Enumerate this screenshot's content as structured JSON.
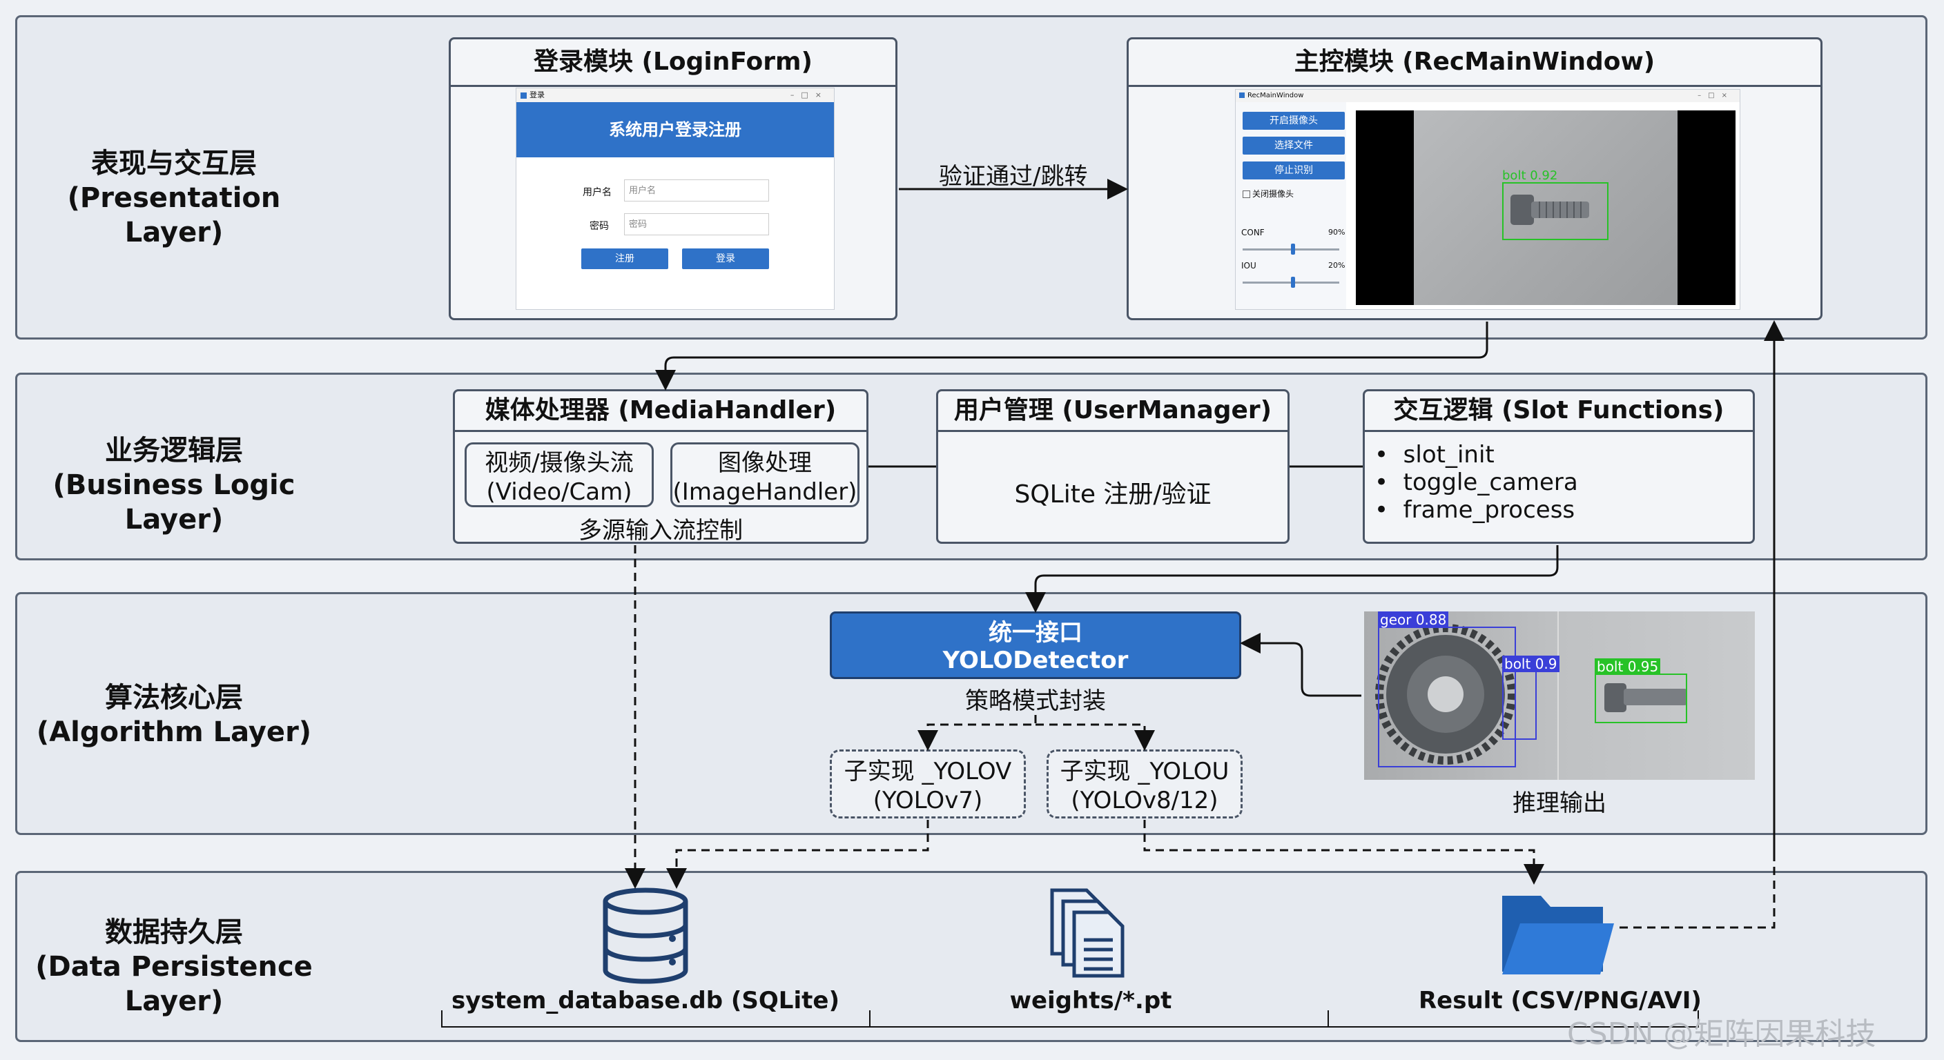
{
  "layers": [
    {
      "title_cn": "表现与交互层",
      "title_en": "(Presentation Layer)"
    },
    {
      "title_cn": "业务逻辑层",
      "title_en": "(Business Logic Layer)"
    },
    {
      "title_cn": "算法核心层",
      "title_en": "(Algorithm Layer)"
    },
    {
      "title_cn": "数据持久层",
      "title_en": "(Data Persistence Layer)"
    }
  ],
  "login": {
    "title": "登录模块 (LoginForm)",
    "window_title": "登录",
    "banner": "系统用户登录注册",
    "user_label": "用户名",
    "user_placeholder": "用户名",
    "pwd_label": "密码",
    "pwd_placeholder": "密码",
    "register_btn": "注册",
    "login_btn": "登录"
  },
  "transition_label": "验证通过/跳转",
  "main": {
    "title": "主控模块 (RecMainWindow)",
    "window_title": "RecMainWindow",
    "btn_camera": "开启摄像头",
    "btn_file": "选择文件",
    "btn_stop": "停止识别",
    "checkbox": "关闭摄像头",
    "conf_label": "CONF",
    "conf_value": "90%",
    "iou_label": "IOU",
    "iou_value": "20%",
    "detection": "bolt 0.92"
  },
  "media": {
    "title": "媒体处理器 (MediaHandler)",
    "video_cn": "视频/摄像头流",
    "video_en": "(Video/Cam)",
    "image_cn": "图像处理",
    "image_en": "(ImageHandler)",
    "caption": "多源输入流控制"
  },
  "user": {
    "title": "用户管理 (UserManager)",
    "body": "SQLite 注册/验证"
  },
  "slot": {
    "title": "交互逻辑 (Slot Functions)",
    "items": [
      "slot_init",
      "toggle_camera",
      "frame_process"
    ]
  },
  "detector": {
    "line1": "统一接口",
    "line2": "YOLODetector",
    "caption": "策略模式封装"
  },
  "impl_v": {
    "line1": "子实现 _YOLOV",
    "line2": "(YOLOv7)"
  },
  "impl_u": {
    "line1": "子实现 _YOLOU",
    "line2": "(YOLOv8/12)"
  },
  "inference": {
    "label": "推理输出",
    "det1": "geor 0.88",
    "det2": "bolt 0.9",
    "det3": "bolt 0.95"
  },
  "storage": {
    "db": "system_database.db (SQLite)",
    "weights": "weights/*.pt",
    "result": "Result (CSV/PNG/AVI)"
  },
  "watermark": "CSDN @矩阵因果科技",
  "colors": {
    "accent": "#2f72c8",
    "detect_green": "#27c227",
    "detect_blue": "#3a3fd8"
  }
}
